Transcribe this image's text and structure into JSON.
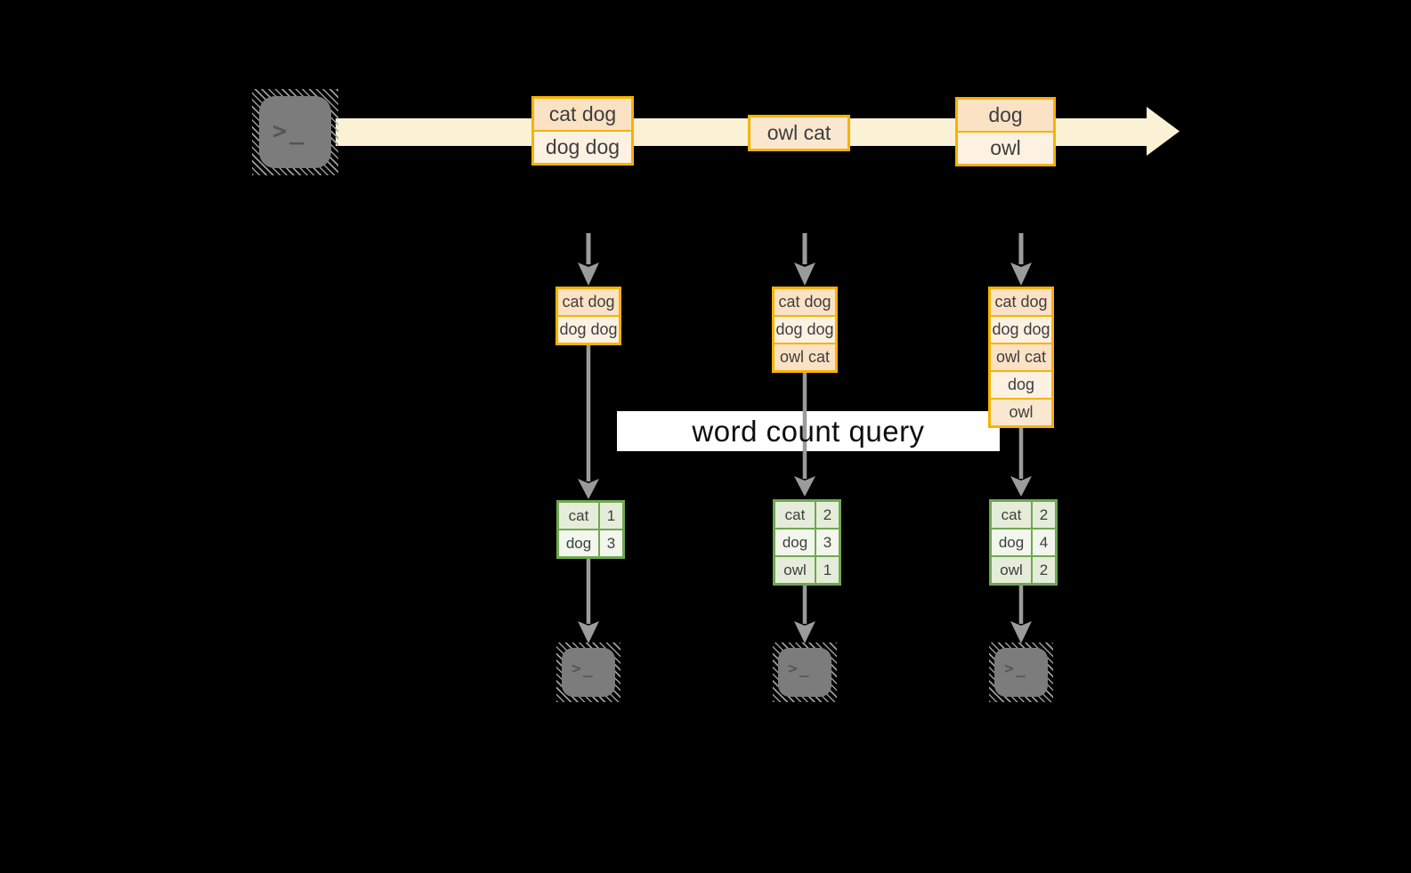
{
  "colors": {
    "background": "#000000",
    "stream_band": "#fbf2d5",
    "orange_border": "#f6b301",
    "cell_peach": "#fbe2c5",
    "cell_cream": "#fdf1e2",
    "green_border": "#6fa850",
    "green_row_a": "#e5edda",
    "green_row_b": "#f2f6ec",
    "arrow_gray": "#9b9b9b",
    "banner_bg": "#ffffff"
  },
  "terminal_glyph": ">_",
  "stream": {
    "boxes": [
      {
        "lines": [
          "cat dog",
          "dog dog"
        ]
      },
      {
        "lines": [
          "owl cat"
        ]
      },
      {
        "lines": [
          "dog",
          "owl"
        ]
      }
    ]
  },
  "banner": {
    "label": "word count query"
  },
  "columns": [
    {
      "buffer": [
        "cat dog",
        "dog dog"
      ],
      "counts": [
        {
          "word": "cat",
          "count": "1"
        },
        {
          "word": "dog",
          "count": "3"
        }
      ]
    },
    {
      "buffer": [
        "cat dog",
        "dog dog",
        "owl cat"
      ],
      "counts": [
        {
          "word": "cat",
          "count": "2"
        },
        {
          "word": "dog",
          "count": "3"
        },
        {
          "word": "owl",
          "count": "1"
        }
      ]
    },
    {
      "buffer": [
        "cat dog",
        "dog dog",
        "owl cat",
        "dog",
        "owl"
      ],
      "counts": [
        {
          "word": "cat",
          "count": "2"
        },
        {
          "word": "dog",
          "count": "4"
        },
        {
          "word": "owl",
          "count": "2"
        }
      ]
    }
  ]
}
